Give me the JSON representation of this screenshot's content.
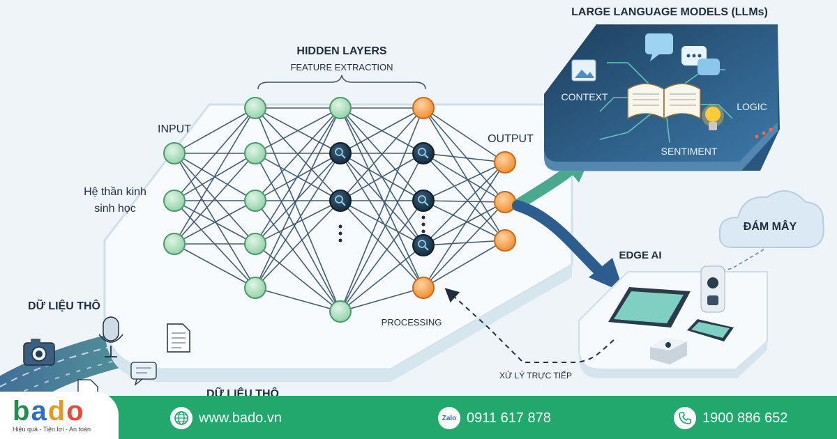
{
  "diagram": {
    "hidden_title": "HIDDEN LAYERS",
    "hidden_subtitle": "FEATURE EXTRACTION",
    "input_label": "INPUT",
    "bio_line1": "Hệ thần kinh",
    "bio_line2": "sinh học",
    "output_label": "OUTPUT",
    "processing_label": "PROCESSING",
    "llm_title": "LARGE LANGUAGE MODELS (LLMs)",
    "llm_context": "CONTEXT",
    "llm_logic": "LOGIC",
    "llm_sentiment": "SENTIMENT",
    "cloud_label": "ĐÁM MÂY",
    "edge_label": "EDGE AI",
    "direct_label": "XỬ LÝ TRỰC TIẾP",
    "raw_data_1": "DỮ LIỆU THÔ",
    "raw_data_2": "DỮ LIỆU THÔ"
  },
  "colors": {
    "node_green": "#a5dcb8",
    "node_dark": "#1e3a4f",
    "node_orange": "#f5a24b",
    "footer_green": "#22a86c",
    "flow_teal": "#4aa88f",
    "flow_blue": "#2d5d8e"
  },
  "footer": {
    "brand": [
      "b",
      "a",
      "d",
      "o"
    ],
    "brand_colors": [
      "#1d8f4e",
      "#2c6fc0",
      "#e39a1e",
      "#e84a3a"
    ],
    "tagline": "Hiệu quả - Tiện lợi - An toàn",
    "website_icon": "globe-icon",
    "website": "www.bado.vn",
    "zalo_icon": "zalo-icon",
    "zalo_icon_text": "Zalo",
    "zalo_phone": "0911 617 878",
    "hotline_icon": "phone-icon",
    "hotline": "1900 886 652"
  }
}
